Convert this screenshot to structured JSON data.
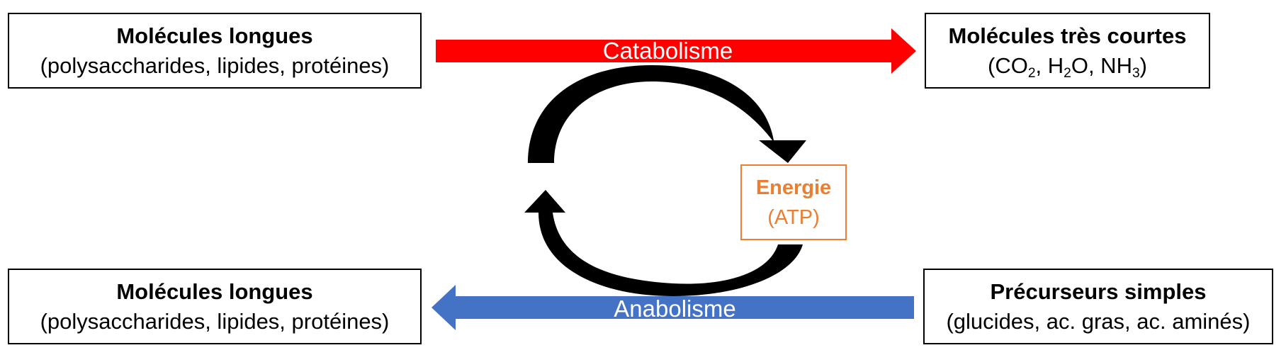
{
  "boxes": {
    "top_left": {
      "title": "Molécules longues",
      "subtitle": "(polysaccharides, lipides, protéines)"
    },
    "top_right": {
      "title": "Molécules très courtes",
      "sub_parts": [
        "(CO",
        "2",
        ", H",
        "2",
        "O, NH",
        "3",
        ")"
      ]
    },
    "bottom_left": {
      "title": "Molécules longues",
      "subtitle": "(polysaccharides, lipides, protéines)"
    },
    "bottom_right": {
      "title": "Précurseurs simples",
      "subtitle": "(glucides, ac. gras, ac. aminés)"
    }
  },
  "energy": {
    "title": "Energie",
    "subtitle": "(ATP)"
  },
  "arrows": {
    "catabolism": {
      "label": "Catabolisme",
      "color": "#FF0000"
    },
    "anabolism": {
      "label": "Anabolisme",
      "color": "#4472C4"
    },
    "cycle_color": "#000000"
  },
  "colors": {
    "energy": "#ED7D31"
  }
}
